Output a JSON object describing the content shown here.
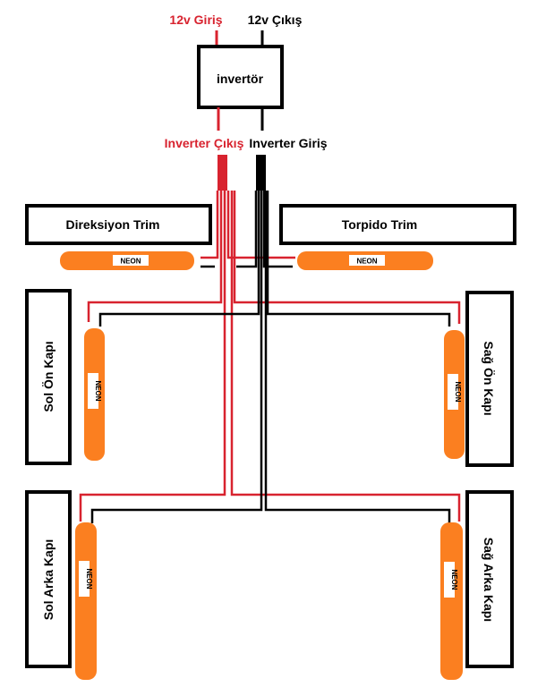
{
  "colors": {
    "red": "#d8232f",
    "black": "#000000",
    "orange": "#fb7f20"
  },
  "inverter": {
    "title": "invertör",
    "in_12v": "12v Giriş",
    "out_12v": "12v Çıkış",
    "inverter_out": "Inverter Çıkış",
    "inverter_in": "Inverter Giriş"
  },
  "panels": {
    "steering_trim": "Direksiyon Trim",
    "dashboard_trim": "Torpido Trim",
    "left_front_door": "Sol Ön Kapı",
    "right_front_door": "Sağ Ön Kapı",
    "left_rear_door": "Sol Arka Kapı",
    "right_rear_door": "Sağ Arka Kapı"
  },
  "neon_label": "NEON"
}
